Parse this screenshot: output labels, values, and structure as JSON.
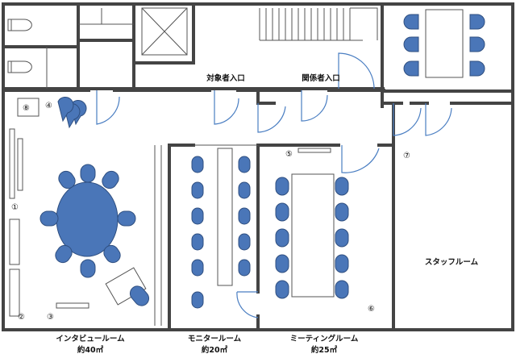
{
  "labels": {
    "patient_entrance": "対象者入口",
    "staff_entrance": "関係者入口",
    "interview_room": "インタビュールーム",
    "interview_area": "約40㎡",
    "monitor_room": "モニタールーム",
    "monitor_area": "約20㎡",
    "meeting_room": "ミーティングルーム",
    "meeting_area": "約25㎡",
    "staff_room": "スタッフルーム"
  },
  "markers": {
    "m1": "①",
    "m2": "②",
    "m3": "③",
    "m4": "④",
    "m5": "⑤",
    "m6": "⑥",
    "m7": "⑦",
    "m8": "⑧"
  },
  "colors": {
    "wall": "#444444",
    "furniture": "#4a76b8",
    "door": "#4a7ec2"
  }
}
